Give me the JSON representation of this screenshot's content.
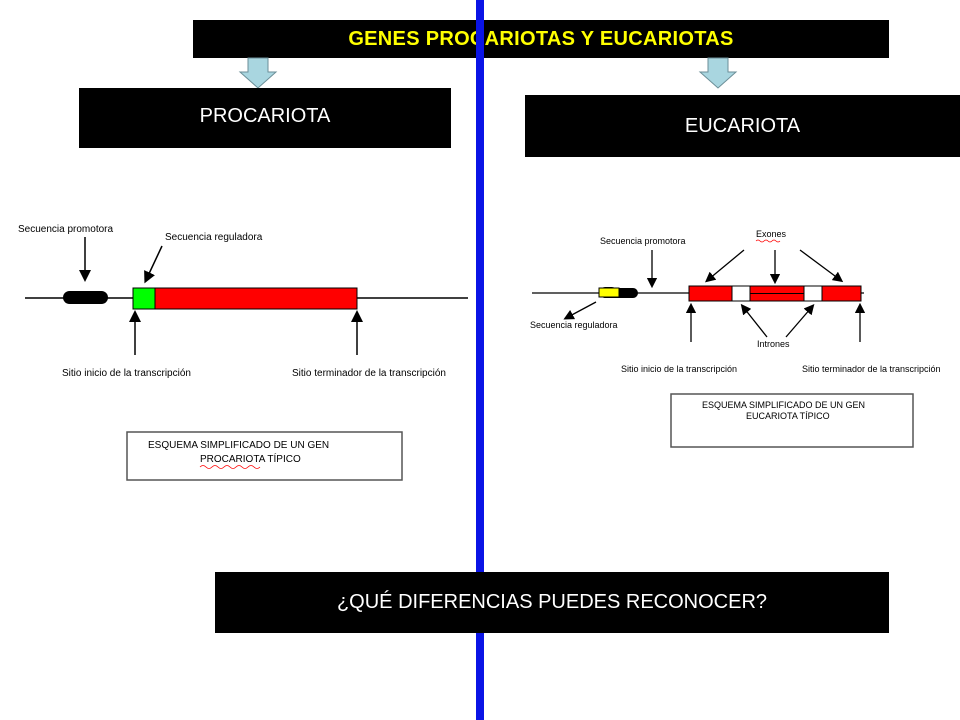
{
  "slide": {
    "title": "GENES PROCARIOTAS Y EUCARIOTAS",
    "question": "¿QUÉ DIFERENCIAS PUEDES RECONOCER?"
  },
  "colors": {
    "title_text": "#ffff00",
    "divider": "#0a14e6",
    "arrow_fill": "#a9d6e0",
    "gene_red": "#ff0000",
    "regulator_green": "#00ff00",
    "regulator_yellow": "#ffff00"
  },
  "prokaryote": {
    "header": "PROCARIOTA",
    "label_promoter": "Secuencia promotora",
    "label_regulator": "Secuencia reguladora",
    "label_start": "Sitio inicio de la transcripción",
    "label_terminator": "Sitio terminador de la transcripción",
    "caption_line1": "ESQUEMA SIMPLIFICADO DE UN GEN",
    "caption_line2": "PROCARIOTA TÍPICO"
  },
  "eukaryote": {
    "header": "EUCARIOTA",
    "label_promoter": "Secuencia promotora",
    "label_exons": "Exones",
    "label_regulator": "Secuencia reguladora",
    "label_introns": "Intrones",
    "label_start": "Sitio inicio de la transcripción",
    "label_terminator": "Sitio terminador de la transcripción",
    "caption_line1": "ESQUEMA SIMPLIFICADO DE UN GEN",
    "caption_line2": "EUCARIOTA TÍPICO"
  }
}
